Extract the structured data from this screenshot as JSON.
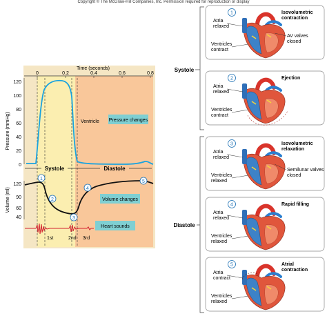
{
  "copyright": "Copyright © The McGraw-Hill Companies, Inc. Permission required for reproduction or display",
  "graph": {
    "time_axis_title": "Time (seconds)",
    "time_ticks": [
      "0",
      "0.2",
      "0.4",
      "0.6",
      "0.8"
    ],
    "pressure_axis_title": "Pressure (mmHg)",
    "pressure_ticks": [
      "120",
      "100",
      "80",
      "60",
      "40",
      "20",
      "0"
    ],
    "volume_axis_title": "Volume (ml)",
    "volume_ticks": [
      "120",
      "90",
      "60",
      "40"
    ],
    "systole_label": "Systole",
    "diastole_label": "Diastole",
    "ventricle_label": "Ventricle",
    "pressure_changes_label": "Pressure changes",
    "volume_changes_label": "Volume changes",
    "heart_sounds_label": "Heart sounds",
    "sound_labels": [
      "1st",
      "2nd",
      "3rd"
    ],
    "phase_markers": [
      "1",
      "2",
      "3",
      "4",
      "5"
    ]
  },
  "phases": {
    "systole": "Systole",
    "diastole": "Diastole"
  },
  "panels": [
    {
      "number": "1",
      "title": [
        "Isovolumetric",
        "contraction"
      ],
      "top_left": [
        "Atria",
        "relaxed"
      ],
      "bottom_left": [
        "Ventricles",
        "contract"
      ],
      "right": [
        "AV valves",
        "closed"
      ]
    },
    {
      "number": "2",
      "title": [
        "Ejection"
      ],
      "top_left": [
        "Atria",
        "relaxed"
      ],
      "bottom_left": [
        "Ventricles",
        "contract"
      ],
      "right": []
    },
    {
      "number": "3",
      "title": [
        "Isovolumetric",
        "relaxation"
      ],
      "top_left": [
        "Atria",
        "relaxed"
      ],
      "bottom_left": [
        "Ventricles",
        "relaxed"
      ],
      "right": [
        "Semilunar valves",
        "closed"
      ]
    },
    {
      "number": "4",
      "title": [
        "Rapid filling"
      ],
      "top_left": [
        "Atria",
        "relaxed"
      ],
      "bottom_left": [
        "Ventricles",
        "relaxed"
      ],
      "right": []
    },
    {
      "number": "5",
      "title": [
        "Atrial",
        "contraction"
      ],
      "top_left": [
        "Atria",
        "contract"
      ],
      "bottom_left": [
        "Ventricles",
        "relaxed"
      ],
      "right": []
    }
  ],
  "colors": {
    "systole_band": "#fbeeb0",
    "diastole_band": "#f9c79a",
    "label_box": "#7fcfd2",
    "pressure_line": "#1aa3df",
    "volume_line": "#111111",
    "sound_line": "#d2202f",
    "marker": "#1a6fb4"
  }
}
